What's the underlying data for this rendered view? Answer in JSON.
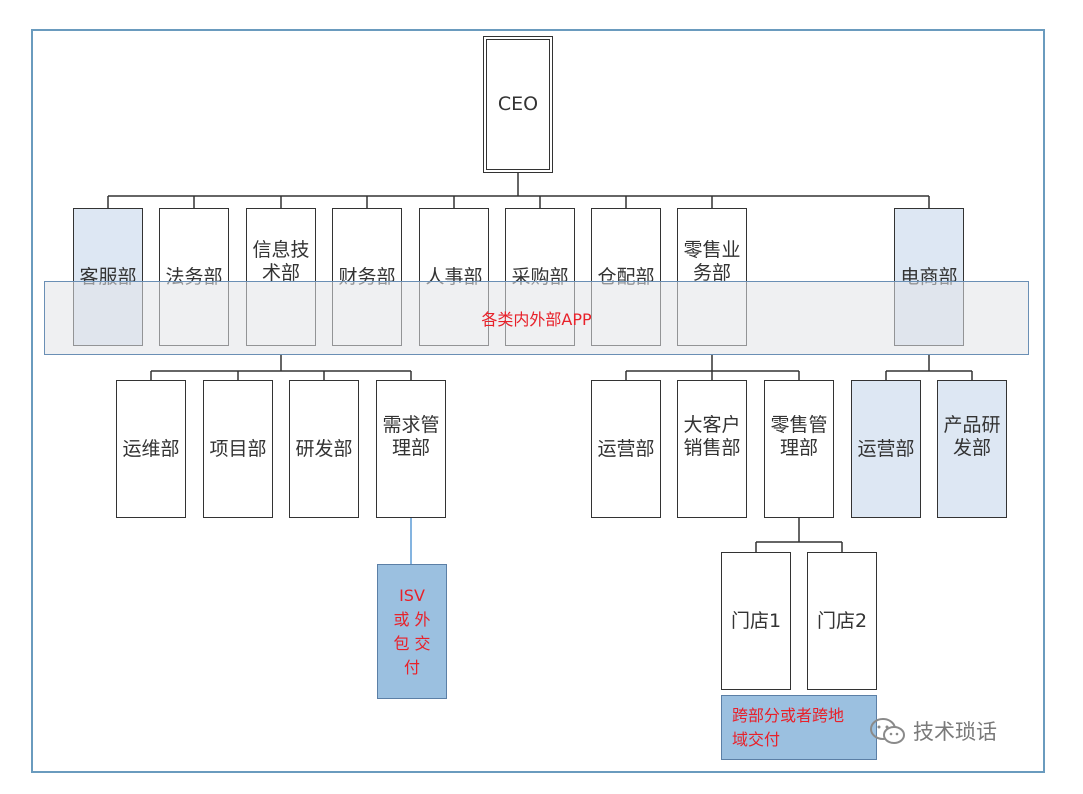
{
  "ceo": "CEO",
  "departments": [
    {
      "name": "客服部"
    },
    {
      "name": "法务部"
    },
    {
      "name": "信息技术部"
    },
    {
      "name": "财务部"
    },
    {
      "name": "人事部"
    },
    {
      "name": "采购部"
    },
    {
      "name": "仓配部"
    },
    {
      "name": "零售业务部"
    },
    {
      "name": "电商部"
    }
  ],
  "it_subdepartments": [
    "运维部",
    "项目部",
    "研发部",
    "需求管理部"
  ],
  "retail_subdepartments": [
    "运营部",
    "大客户销售部",
    "零售管理部"
  ],
  "ecommerce_subdepartments": [
    "运营部",
    "产品研发部"
  ],
  "stores": [
    "门店1",
    "门店2"
  ],
  "app_strip": "各类内外部APP",
  "isv_note": "ISV 或 外包 交付",
  "cross_note": "跨部分或者跨地域交付",
  "watermark": "技术琐话",
  "colors": {
    "highlight_fill": "#dde7f3",
    "note_fill": "#9bc0e0",
    "note_text": "#e8212a",
    "frame": "#6a9bbe"
  }
}
